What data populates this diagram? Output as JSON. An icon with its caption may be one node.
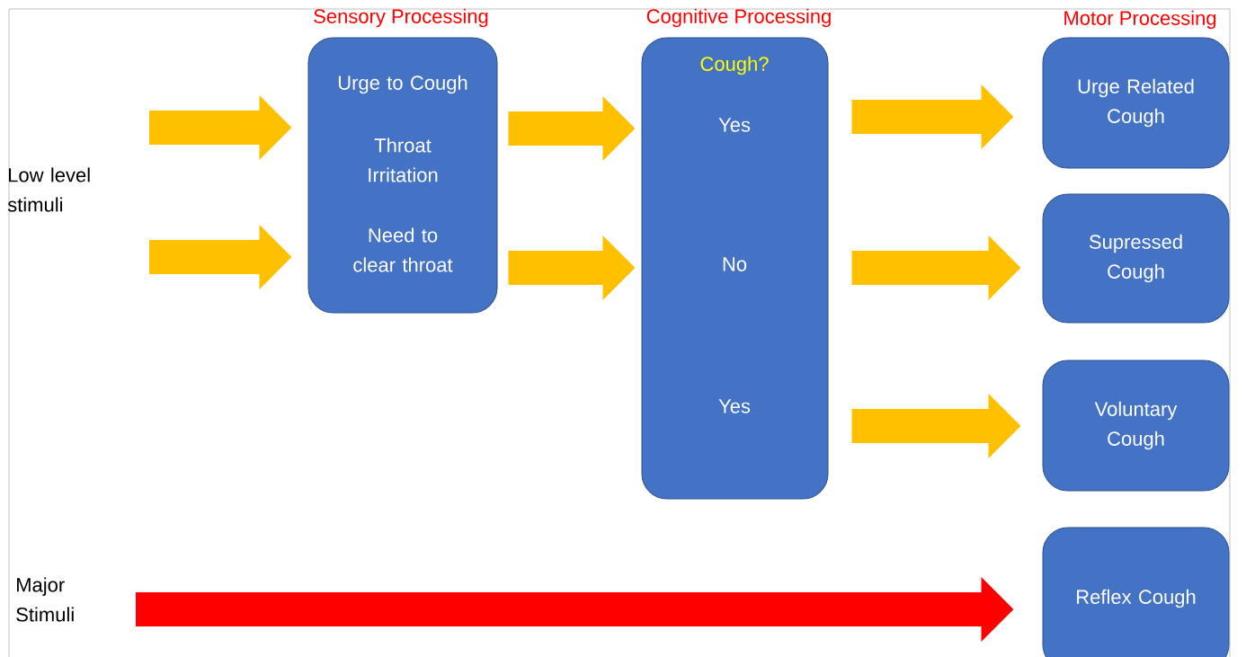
{
  "diagram": {
    "nodes": [
      {
        "text": [
          "Urge to Cough",
          "Throat Irritation",
          "Need to clear throat"
        ]
      },
      {
        "text": [
          "Cough?",
          "Yes",
          "No",
          "Yes"
        ]
      },
      {
        "text": [
          "Urge Related Cough"
        ]
      },
      {
        "text": [
          "Supressed Cough"
        ]
      },
      {
        "text": [
          "Voluntary Cough"
        ]
      },
      {
        "text": [
          "Reflex Cough"
        ]
      }
    ],
    "edges": [
      {
        "from": null,
        "to": 0,
        "arrow": "to"
      },
      {
        "from": null,
        "to": 0,
        "arrow": "to"
      },
      {
        "from": 0,
        "to": 1,
        "arrow": "to"
      },
      {
        "from": 0,
        "to": 1,
        "arrow": "to"
      },
      {
        "from": 1,
        "to": 2,
        "arrow": "to"
      },
      {
        "from": 1,
        "to": 3,
        "arrow": "to"
      },
      {
        "from": 1,
        "to": 4,
        "arrow": "to"
      },
      {
        "from": null,
        "to": 5,
        "arrow": "to",
        "color": "#ff0000"
      }
    ],
    "labels": [
      "Sensory Processing",
      "Cognitive Processing",
      "Motor Processing",
      "Low level stimuli",
      "Major Stimuli"
    ]
  }
}
